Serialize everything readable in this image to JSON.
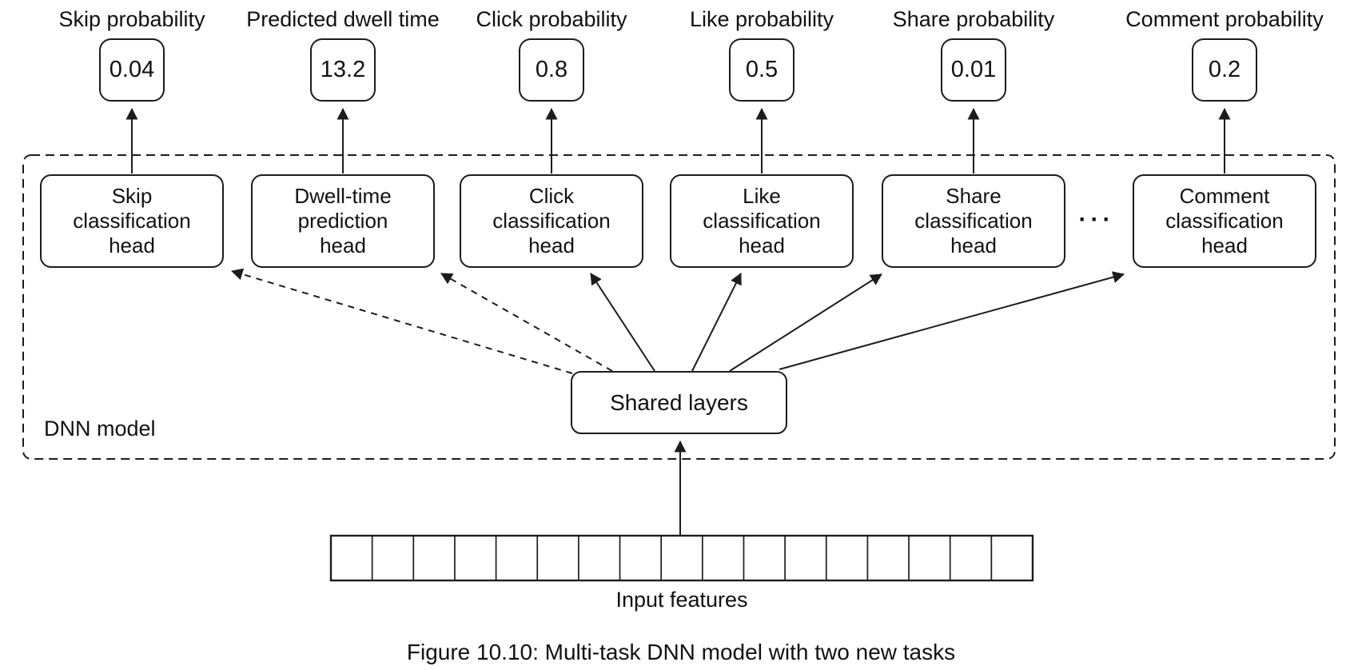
{
  "figure": {
    "caption": "Figure 10.10: Multi-task DNN model with two new tasks",
    "dnn_model_label": "DNN model",
    "shared_layers_label": "Shared layers",
    "input_features_label": "Input features",
    "ellipsis": "···",
    "tasks": [
      {
        "output_label": "Skip probability",
        "predicted_value": "0.04",
        "head_label": "Skip\nclassification\nhead",
        "connection": "dashed"
      },
      {
        "output_label": "Predicted dwell time",
        "predicted_value": "13.2",
        "head_label": "Dwell-time\nprediction\nhead",
        "connection": "dashed"
      },
      {
        "output_label": "Click probability",
        "predicted_value": "0.8",
        "head_label": "Click\nclassification\nhead",
        "connection": "solid"
      },
      {
        "output_label": "Like probability",
        "predicted_value": "0.5",
        "head_label": "Like\nclassification\nhead",
        "connection": "solid"
      },
      {
        "output_label": "Share probability",
        "predicted_value": "0.01",
        "head_label": "Share\nclassification\nhead",
        "connection": "solid"
      },
      {
        "output_label": "Comment probability",
        "predicted_value": "0.2",
        "head_label": "Comment\nclassification\nhead",
        "connection": "solid"
      }
    ],
    "input_features": {
      "cells": 17
    },
    "colors": {
      "line": "#1c1c1e",
      "text": "#111111",
      "background": "#ffffff"
    }
  }
}
